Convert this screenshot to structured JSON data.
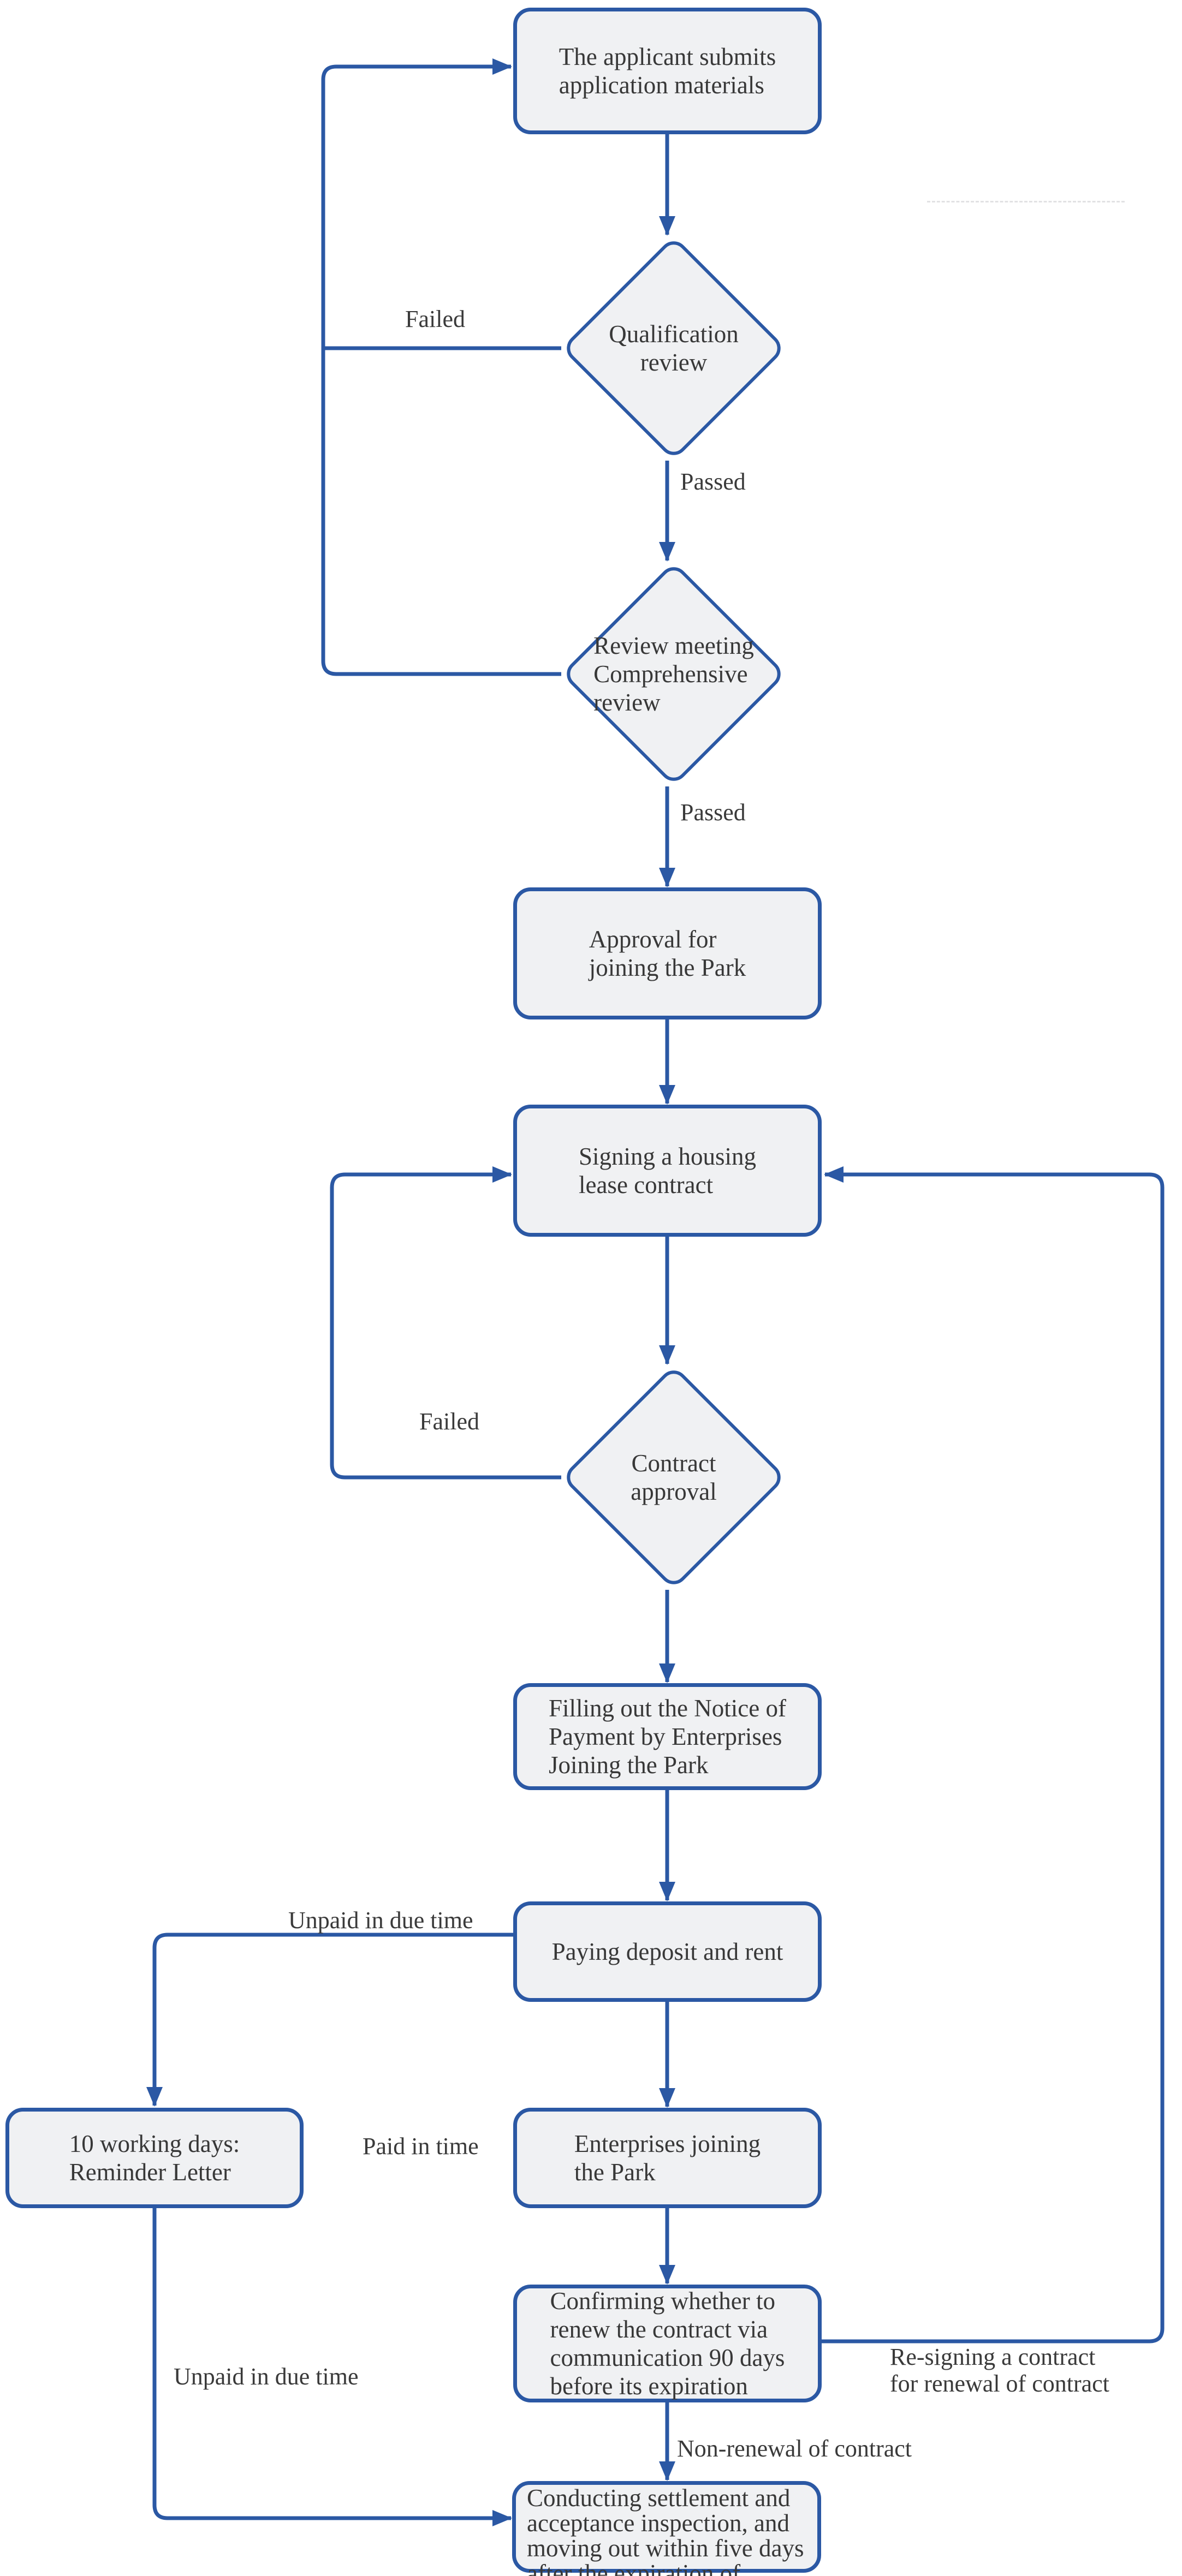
{
  "colors": {
    "line": "#2b58a4",
    "border": "#2b58a4",
    "fill": "#f0f1f3",
    "text": "#383838",
    "label": "#3a3a3a",
    "bg": "#ffffff"
  },
  "nodes": {
    "submit": {
      "label": "The applicant submits\napplication materials"
    },
    "qualification": {
      "label": "Qualification\nreview"
    },
    "review": {
      "label": "Review meeting\nComprehensive\nreview"
    },
    "approval": {
      "label": "Approval for\njoining the Park"
    },
    "signing": {
      "label": "Signing a housing\nlease contract"
    },
    "contract": {
      "label": "Contract\napproval"
    },
    "notice": {
      "label": "Filling out the Notice of\nPayment by Enterprises\nJoining the Park"
    },
    "paying": {
      "label": "Paying deposit and rent"
    },
    "reminder": {
      "label": "10 working days:\nReminder Letter"
    },
    "joining": {
      "label": "Enterprises joining\nthe Park"
    },
    "confirming": {
      "label": "Confirming whether to\nrenew the contract via\ncommunication 90 days\nbefore its expiration"
    },
    "settlement": {
      "label": "Conducting settlement and\nacceptance inspection, and\nmoving out within five days\nafter the expiration of contract"
    }
  },
  "edges": {
    "failed1": {
      "label": "Failed"
    },
    "passed1": {
      "label": "Passed"
    },
    "passed2": {
      "label": "Passed"
    },
    "failed2": {
      "label": "Failed"
    },
    "unpaid1": {
      "label": "Unpaid in due time"
    },
    "paid": {
      "label": "Paid in time"
    },
    "unpaid2": {
      "label": "Unpaid in due time"
    },
    "resign": {
      "label": "Re-signing a contract\nfor renewal of contract"
    },
    "nonrenew": {
      "label": "Non-renewal of contract"
    }
  }
}
